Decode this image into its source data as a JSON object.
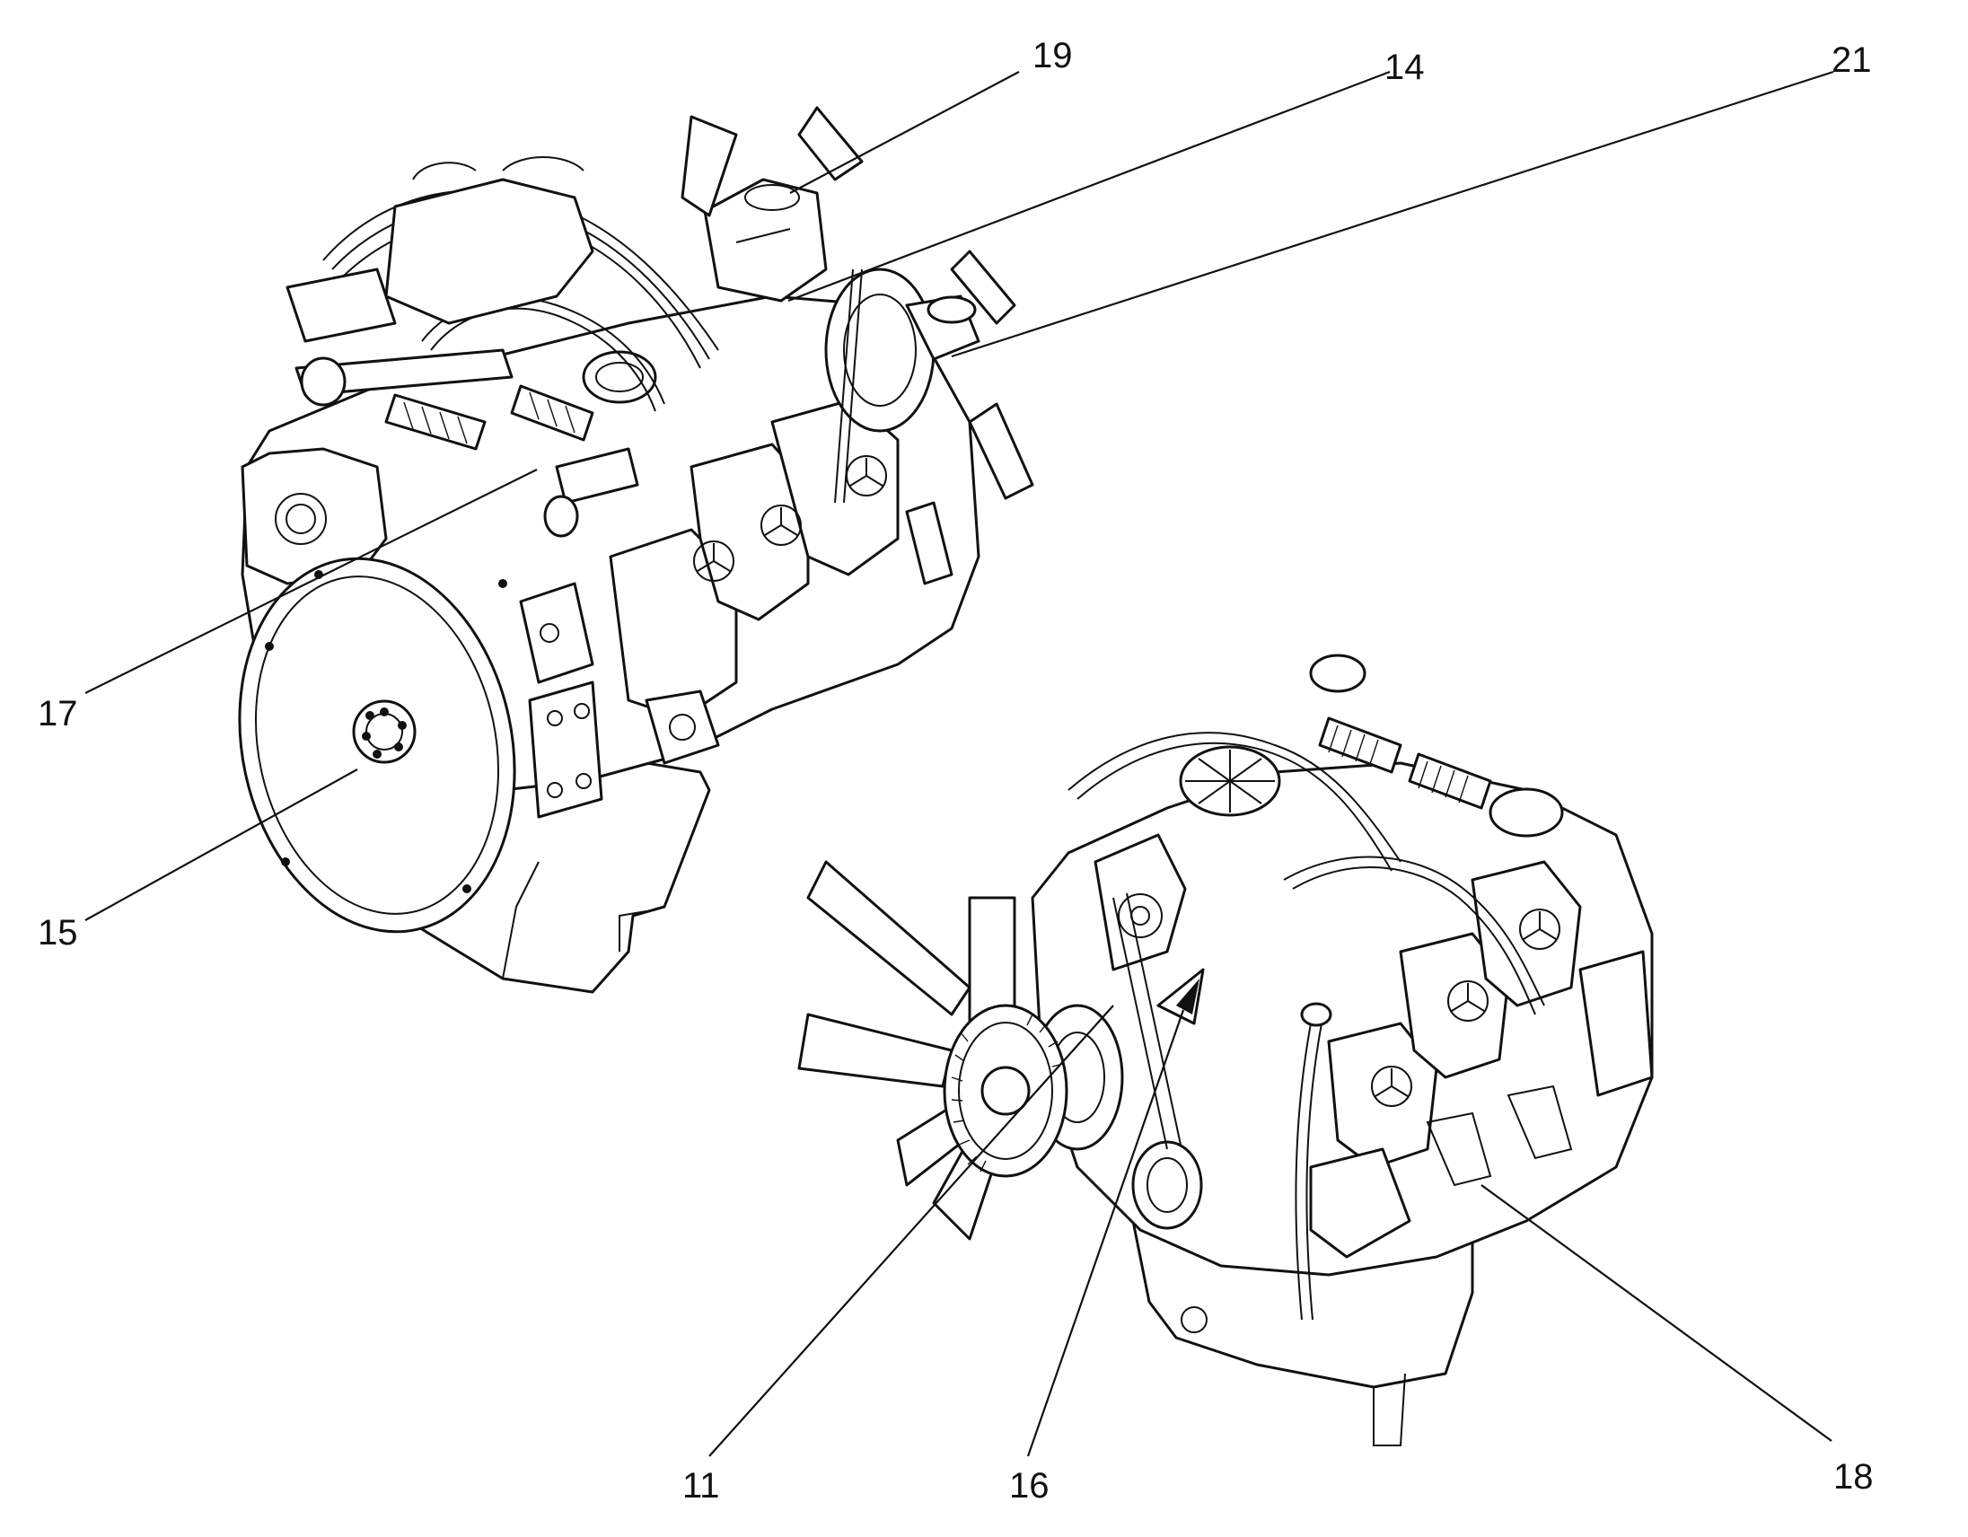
{
  "callouts": {
    "c19": "19",
    "c14": "14",
    "c21": "21",
    "c17": "17",
    "c15": "15",
    "c11": "11",
    "c16": "16",
    "c18": "18"
  },
  "colors": {
    "ink": "#111111",
    "paper": "#ffffff"
  }
}
